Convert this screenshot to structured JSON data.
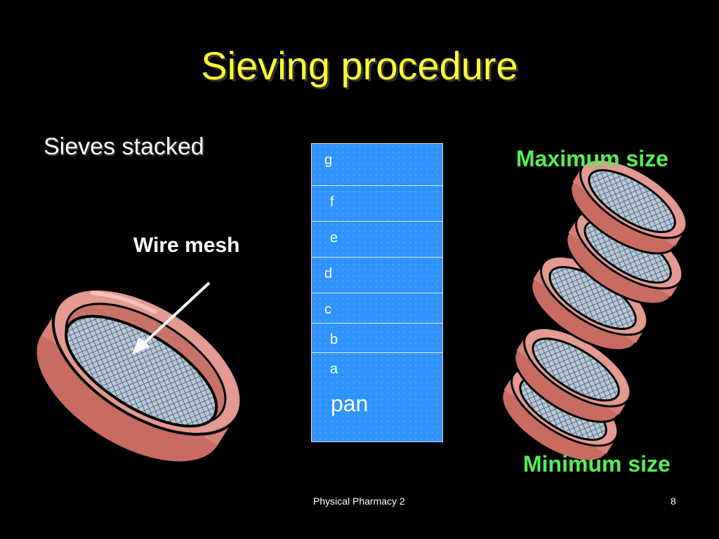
{
  "slide": {
    "title": "Sieving procedure",
    "subtitle": "Sieves stacked",
    "wire_label": "Wire mesh",
    "max_label": "Maximum size",
    "min_label": "Minimum size",
    "stack_layers": [
      "g",
      "f",
      "e",
      "d",
      "c",
      "b",
      "a"
    ],
    "pan_label": "pan",
    "footer_text": "Physical Pharmacy 2",
    "page_number": "8"
  },
  "colors": {
    "title": "#ffff33",
    "green_labels": "#55ee55",
    "stack_fill": "#2f93ff",
    "sieve_rim": "#d98076",
    "sieve_outline": "#000000",
    "mesh": "#9fb3c7"
  }
}
